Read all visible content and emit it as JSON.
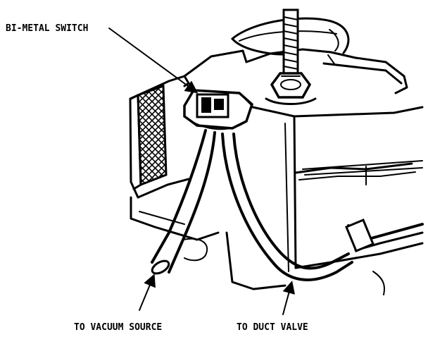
{
  "labels": {
    "switch": "BI-METAL SWITCH",
    "vacuum": "TO VACUUM SOURCE",
    "duct": "TO DUCT VALVE"
  },
  "colors": {
    "ink": "#000000",
    "paper": "#ffffff"
  }
}
